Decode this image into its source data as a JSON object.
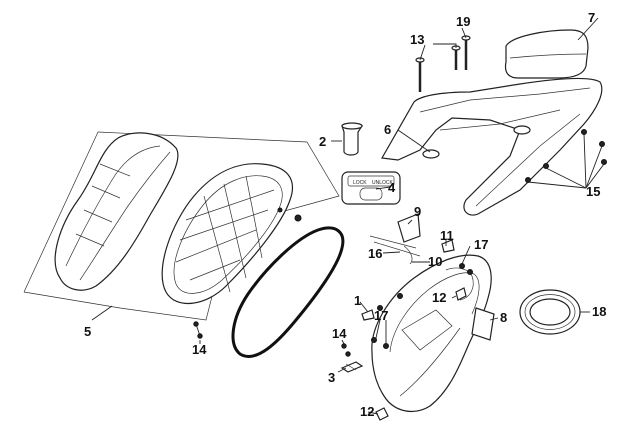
{
  "labels": {
    "l1": "1",
    "l2": "2",
    "l3": "3",
    "l4": "4",
    "l5": "5",
    "l6": "6",
    "l7": "7",
    "l8": "8",
    "l9": "9",
    "l10": "10",
    "l11": "11",
    "l12a": "12",
    "l12b": "12",
    "l13": "13",
    "l14a": "14",
    "l14b": "14",
    "l15": "15",
    "l16": "16",
    "l17a": "17",
    "l17b": "17",
    "l18": "18",
    "l19": "19"
  },
  "lock_panel": {
    "lock": "LOCK",
    "unlock": "UNLOCK"
  }
}
